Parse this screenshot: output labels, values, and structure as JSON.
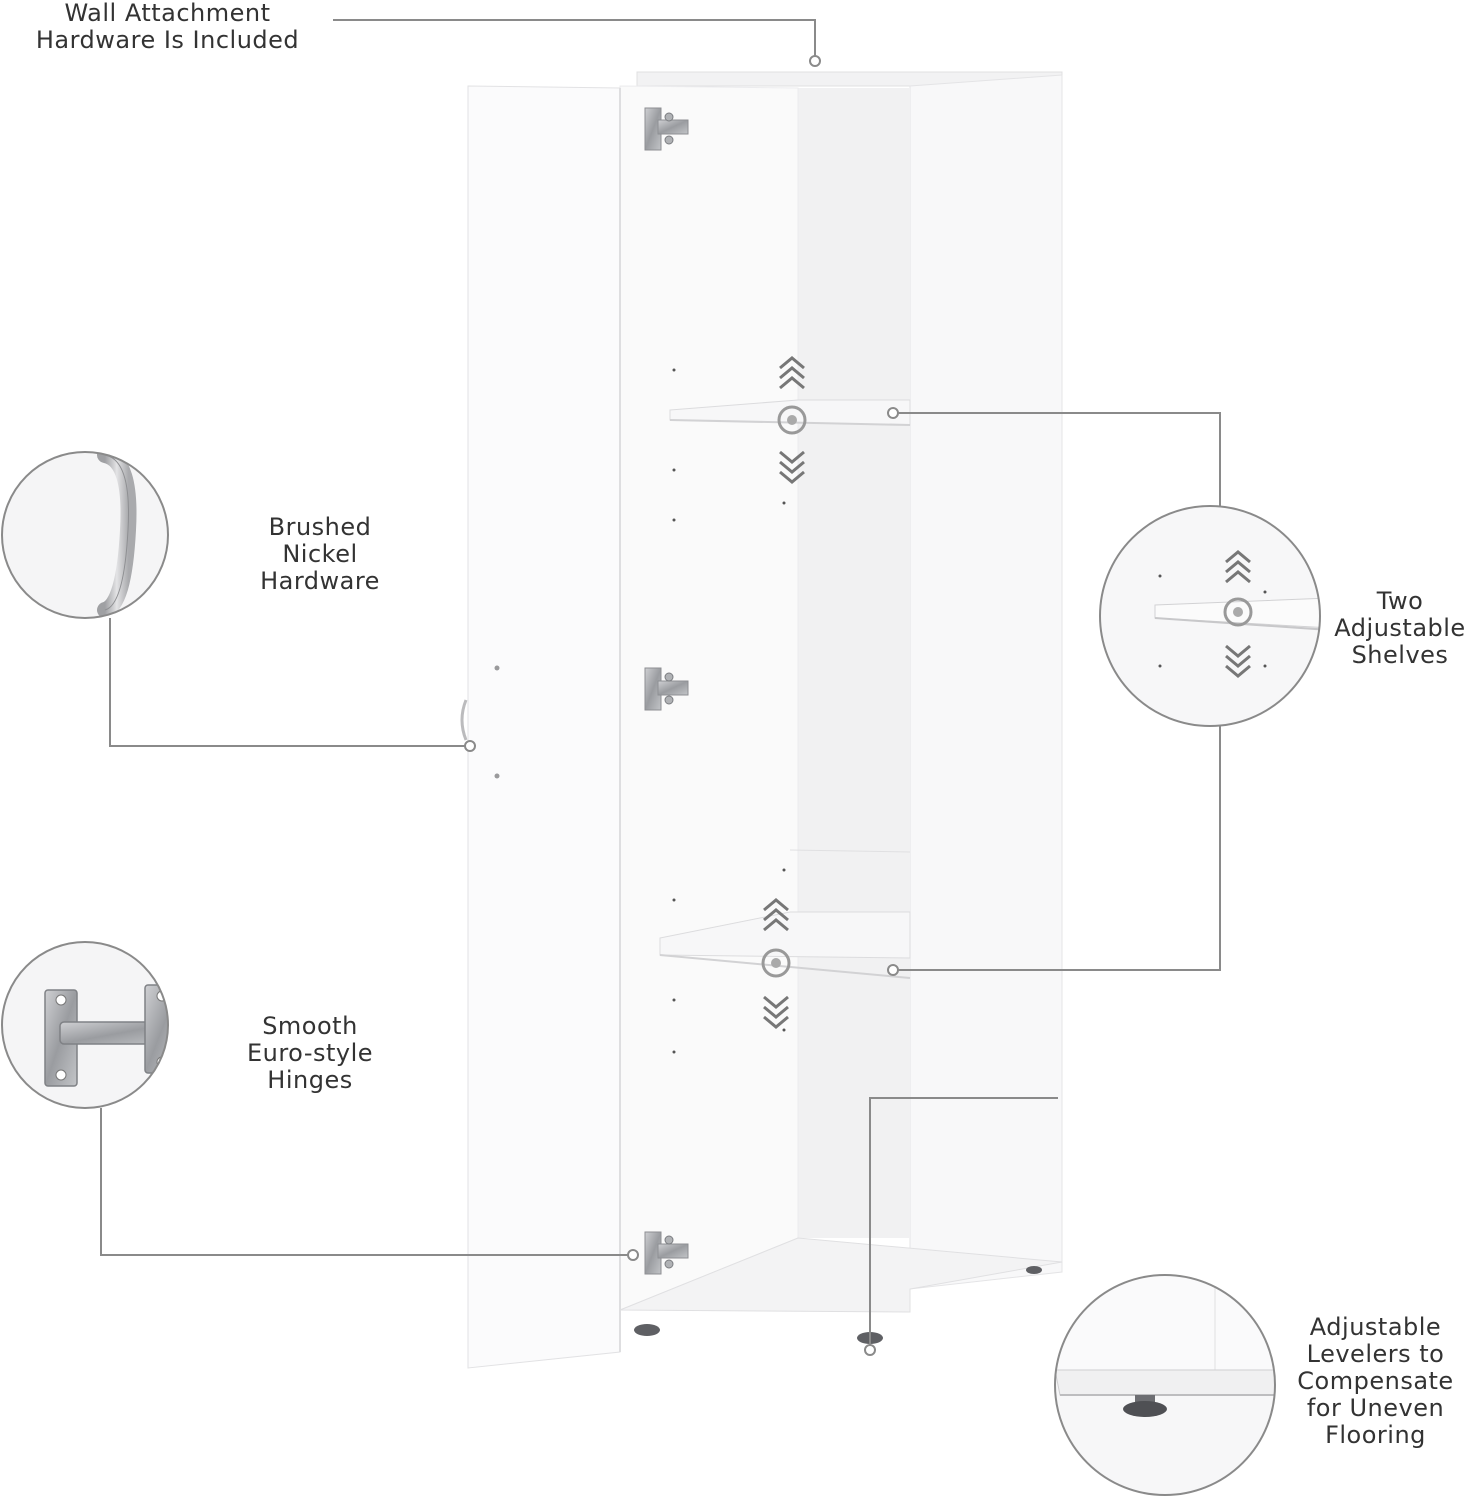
{
  "colors": {
    "background": "#ffffff",
    "cabinet": "#f6f6f7",
    "cabinet_edge": "#e2e2e4",
    "callout_line": "#8a8a8a",
    "text": "#333333",
    "metal": "#a7a9ad"
  },
  "callouts": {
    "wall": {
      "lines": [
        "Wall Attachment",
        "Hardware Is Included"
      ]
    },
    "handle": {
      "lines": [
        "Brushed",
        "Nickel",
        "Hardware"
      ],
      "icon": "handle-icon"
    },
    "hinges": {
      "lines": [
        "Smooth",
        "Euro-style",
        "Hinges"
      ],
      "icon": "hinge-icon"
    },
    "shelves": {
      "lines": [
        "Two",
        "Adjustable",
        "Shelves"
      ],
      "icon": "shelf-adjust-icon"
    },
    "levelers": {
      "lines": [
        "Adjustable",
        "Levelers to",
        "Compensate",
        "for Uneven",
        "Flooring"
      ],
      "icon": "leveler-icon"
    }
  }
}
